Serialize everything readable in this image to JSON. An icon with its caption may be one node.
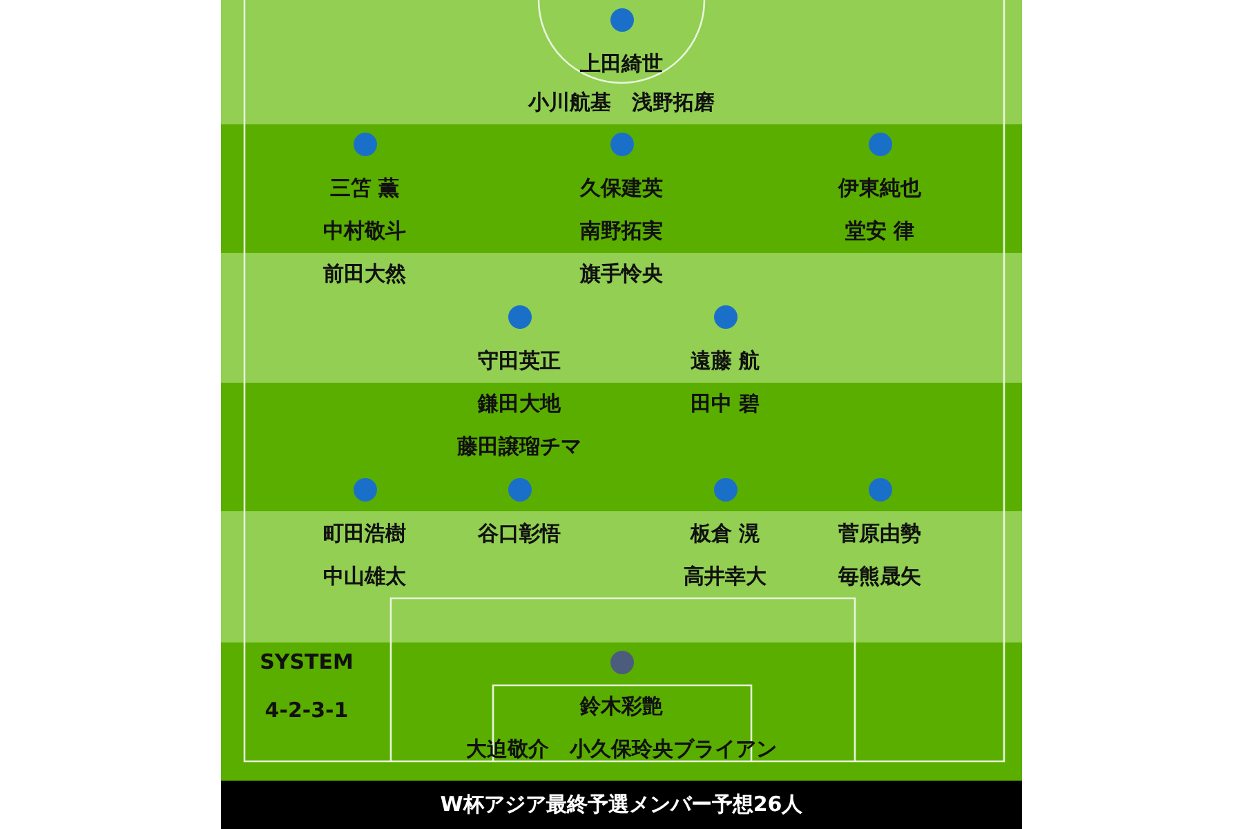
{
  "diagram": {
    "caption": "W杯アジア最終予選メンバー予想26人",
    "nodes": [
      {
        "text": [],
        "shape": "circle",
        "beside": [
          "上田綺世",
          "小川航基　浅野拓磨"
        ]
      },
      {
        "text": [],
        "shape": "circle",
        "beside": [
          "三笘 薫",
          "中村敬斗",
          "前田大然"
        ]
      },
      {
        "text": [],
        "shape": "circle",
        "beside": [
          "久保建英",
          "南野拓実",
          "旗手怜央"
        ]
      },
      {
        "text": [],
        "shape": "circle",
        "beside": [
          "伊東純也",
          "堂安 律"
        ]
      },
      {
        "text": [],
        "shape": "circle",
        "beside": [
          "守田英正",
          "鎌田大地",
          "藤田譲瑠チマ"
        ]
      },
      {
        "text": [],
        "shape": "circle",
        "beside": [
          "遠藤 航",
          "田中 碧"
        ]
      },
      {
        "text": [],
        "shape": "circle",
        "beside": [
          "町田浩樹",
          "中山雄太"
        ]
      },
      {
        "text": [],
        "shape": "circle",
        "beside": [
          "谷口彰悟"
        ]
      },
      {
        "text": [],
        "shape": "circle",
        "beside": [
          "板倉 滉",
          "高井幸大"
        ]
      },
      {
        "text": [],
        "shape": "circle",
        "beside": [
          "菅原由勢",
          "毎熊晟矢"
        ]
      },
      {
        "text": [],
        "shape": "circle",
        "beside": [
          "鈴木彩艶",
          "大迫敬介　小久保玲央ブライアン"
        ]
      }
    ],
    "labels": [
      "SYSTEM",
      "4-2-3-1"
    ]
  }
}
